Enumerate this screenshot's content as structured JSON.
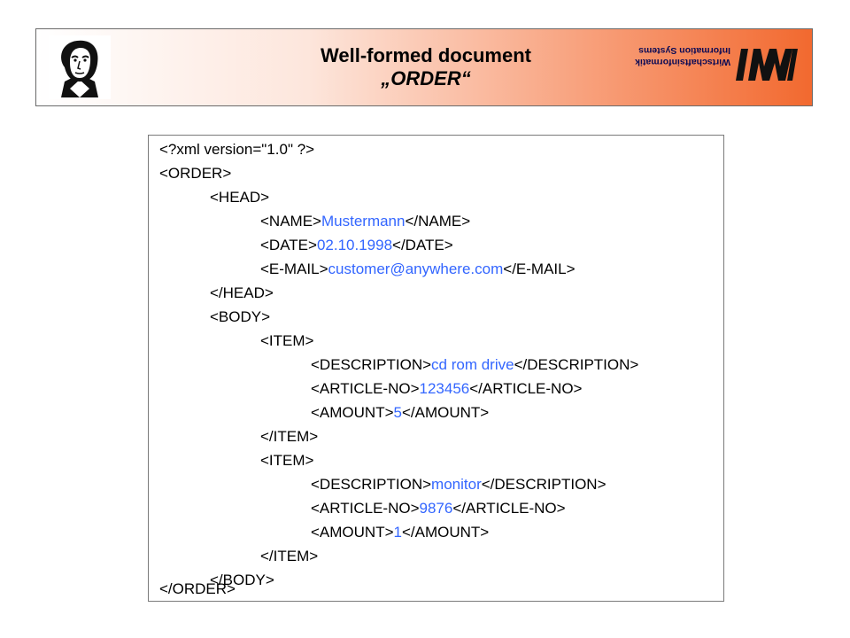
{
  "header": {
    "title_line1": "Well-formed document",
    "title_line2": "„ORDER“",
    "right_logo_text": [
      "Wirtschaftsinformatik",
      "Information Systems"
    ],
    "right_logo_mark": "IWI",
    "left_logo": "goethe-portrait-logo"
  },
  "colors": {
    "header_gradient": [
      "#ffffff",
      "#f2692f"
    ],
    "value_text": "#3366ff"
  },
  "code": {
    "l1": "<?xml version=\"1.0\" ?>",
    "l2": "<ORDER>",
    "l3": "<HEAD>",
    "l4": {
      "open": "<NAME>",
      "value": "Mustermann",
      "close": "</NAME>"
    },
    "l5": {
      "open": "<DATE>",
      "value": "02.10.1998",
      "close": "</DATE>"
    },
    "l6": {
      "open": "<E-MAIL>",
      "value": "customer@anywhere.com",
      "close": "</E-MAIL>"
    },
    "l7": "</HEAD>",
    "l8": "<BODY>",
    "l9": "<ITEM>",
    "l10": {
      "open": "<DESCRIPTION>",
      "value": "cd rom drive",
      "close": "</DESCRIPTION>"
    },
    "l11": {
      "open": "<ARTICLE-NO>",
      "value": "123456",
      "close": "</ARTICLE-NO>"
    },
    "l12": {
      "open": "<AMOUNT>",
      "value": "5",
      "close": "</AMOUNT>"
    },
    "l13": "</ITEM>",
    "l14": "<ITEM>",
    "l15": {
      "open": "<DESCRIPTION>",
      "value": "monitor",
      "close": "</DESCRIPTION>"
    },
    "l16": {
      "open": "<ARTICLE-NO>",
      "value": "9876",
      "close": "</ARTICLE-NO>"
    },
    "l17": {
      "open": "<AMOUNT>",
      "value": "1",
      "close": "</AMOUNT>"
    },
    "l18": "</ITEM>",
    "l19": "</BODY>",
    "l20": "</ORDER>"
  }
}
